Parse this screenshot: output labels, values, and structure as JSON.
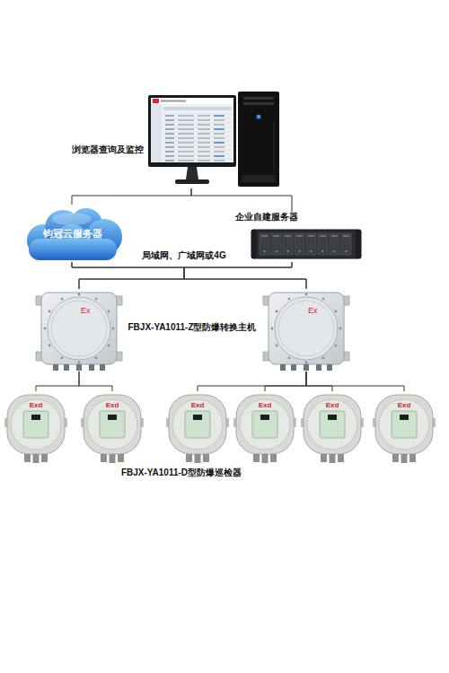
{
  "diagram": {
    "nodes": [
      {
        "text": [
          "浏览器查询及监控"
        ]
      },
      {
        "text": [
          "钧冠云服务器"
        ]
      },
      {
        "text": [
          "企业自建服务器"
        ]
      },
      {
        "text": [
          "Ex"
        ]
      },
      {
        "text": [
          "Ex"
        ]
      },
      {
        "text": [
          "Exd"
        ]
      },
      {
        "text": [
          "Exd"
        ]
      },
      {
        "text": [
          "Exd"
        ]
      },
      {
        "text": [
          "Exd"
        ]
      },
      {
        "text": [
          "Exd"
        ]
      },
      {
        "text": [
          "Exd"
        ]
      }
    ],
    "edges": [
      {
        "from": 0,
        "to": 1,
        "arrow": "none"
      },
      {
        "from": 0,
        "to": 2,
        "arrow": "none"
      },
      {
        "from": 1,
        "to": 3,
        "arrow": "none"
      },
      {
        "from": 1,
        "to": 4,
        "arrow": "none"
      },
      {
        "from": 2,
        "to": 3,
        "arrow": "none"
      },
      {
        "from": 2,
        "to": 4,
        "arrow": "none"
      },
      {
        "from": 3,
        "to": 5,
        "arrow": "none"
      },
      {
        "from": 3,
        "to": 6,
        "arrow": "none"
      },
      {
        "from": 4,
        "to": 7,
        "arrow": "none"
      },
      {
        "from": 4,
        "to": 8,
        "arrow": "none"
      },
      {
        "from": 4,
        "to": 9,
        "arrow": "none"
      },
      {
        "from": 4,
        "to": 10,
        "arrow": "none"
      }
    ],
    "labels": [
      "局域网、广域网或4G",
      "FBJX-YA1011-Z型防爆转换主机",
      "FBJX-YA1011-D型防爆巡检器"
    ]
  }
}
